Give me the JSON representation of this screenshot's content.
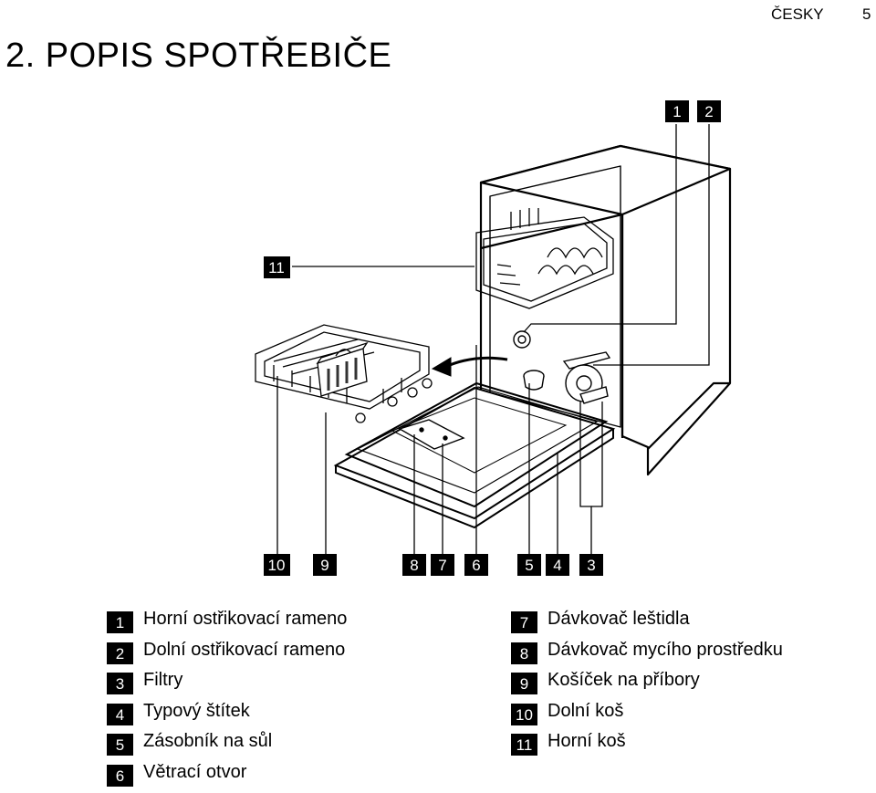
{
  "header": {
    "language": "ČESKY",
    "page_number": "5"
  },
  "title": "2. POPIS SPOTŘEBIČE",
  "callouts": [
    "1",
    "2",
    "3",
    "4",
    "5",
    "6",
    "7",
    "8",
    "9",
    "10",
    "11"
  ],
  "legend": {
    "left": [
      {
        "num": "1",
        "text": "Horní ostřikovací rameno"
      },
      {
        "num": "2",
        "text": "Dolní ostřikovací rameno"
      },
      {
        "num": "3",
        "text": "Filtry"
      },
      {
        "num": "4",
        "text": "Typový štítek"
      },
      {
        "num": "5",
        "text": "Zásobník na sůl"
      },
      {
        "num": "6",
        "text": "Větrací otvor"
      }
    ],
    "right": [
      {
        "num": "7",
        "text": "Dávkovač leštidla"
      },
      {
        "num": "8",
        "text": "Dávkovač mycího prostředku"
      },
      {
        "num": "9",
        "text": "Košíček na příbory"
      },
      {
        "num": "10",
        "text": "Dolní koš"
      },
      {
        "num": "11",
        "text": "Horní koš"
      }
    ]
  }
}
